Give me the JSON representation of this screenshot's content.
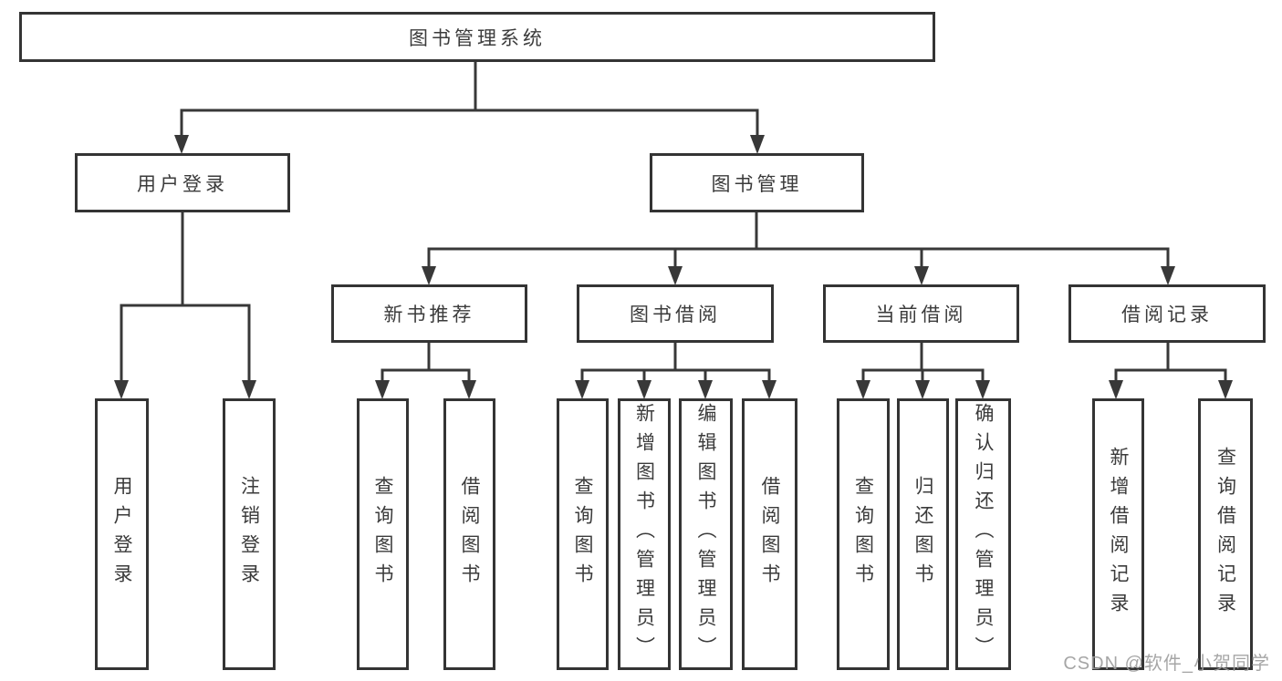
{
  "tree": {
    "root": {
      "label": "图书管理系统"
    },
    "level2": [
      {
        "label": "用户登录",
        "children": [
          {
            "label": "用户登录"
          },
          {
            "label": "注销登录"
          }
        ]
      },
      {
        "label": "图书管理",
        "children": [
          {
            "label": "新书推荐",
            "children": [
              {
                "label": "查询图书"
              },
              {
                "label": "借阅图书"
              }
            ]
          },
          {
            "label": "图书借阅",
            "children": [
              {
                "label": "查询图书"
              },
              {
                "label": "新增图书（管理员）"
              },
              {
                "label": "编辑图书（管理员）"
              },
              {
                "label": "借阅图书"
              }
            ]
          },
          {
            "label": "当前借阅",
            "children": [
              {
                "label": "查询图书"
              },
              {
                "label": "归还图书"
              },
              {
                "label": "确认归还（管理员）"
              }
            ]
          },
          {
            "label": "借阅记录",
            "children": [
              {
                "label": "新增借阅记录"
              },
              {
                "label": "查询借阅记录"
              }
            ]
          }
        ]
      }
    ]
  },
  "watermark": "CSDN @软件_小贺同学",
  "colors": {
    "line": "#383838",
    "border": "#343434",
    "text": "#3b3b3b",
    "watermark": "#9d9d9d",
    "background": "#ffffff"
  }
}
